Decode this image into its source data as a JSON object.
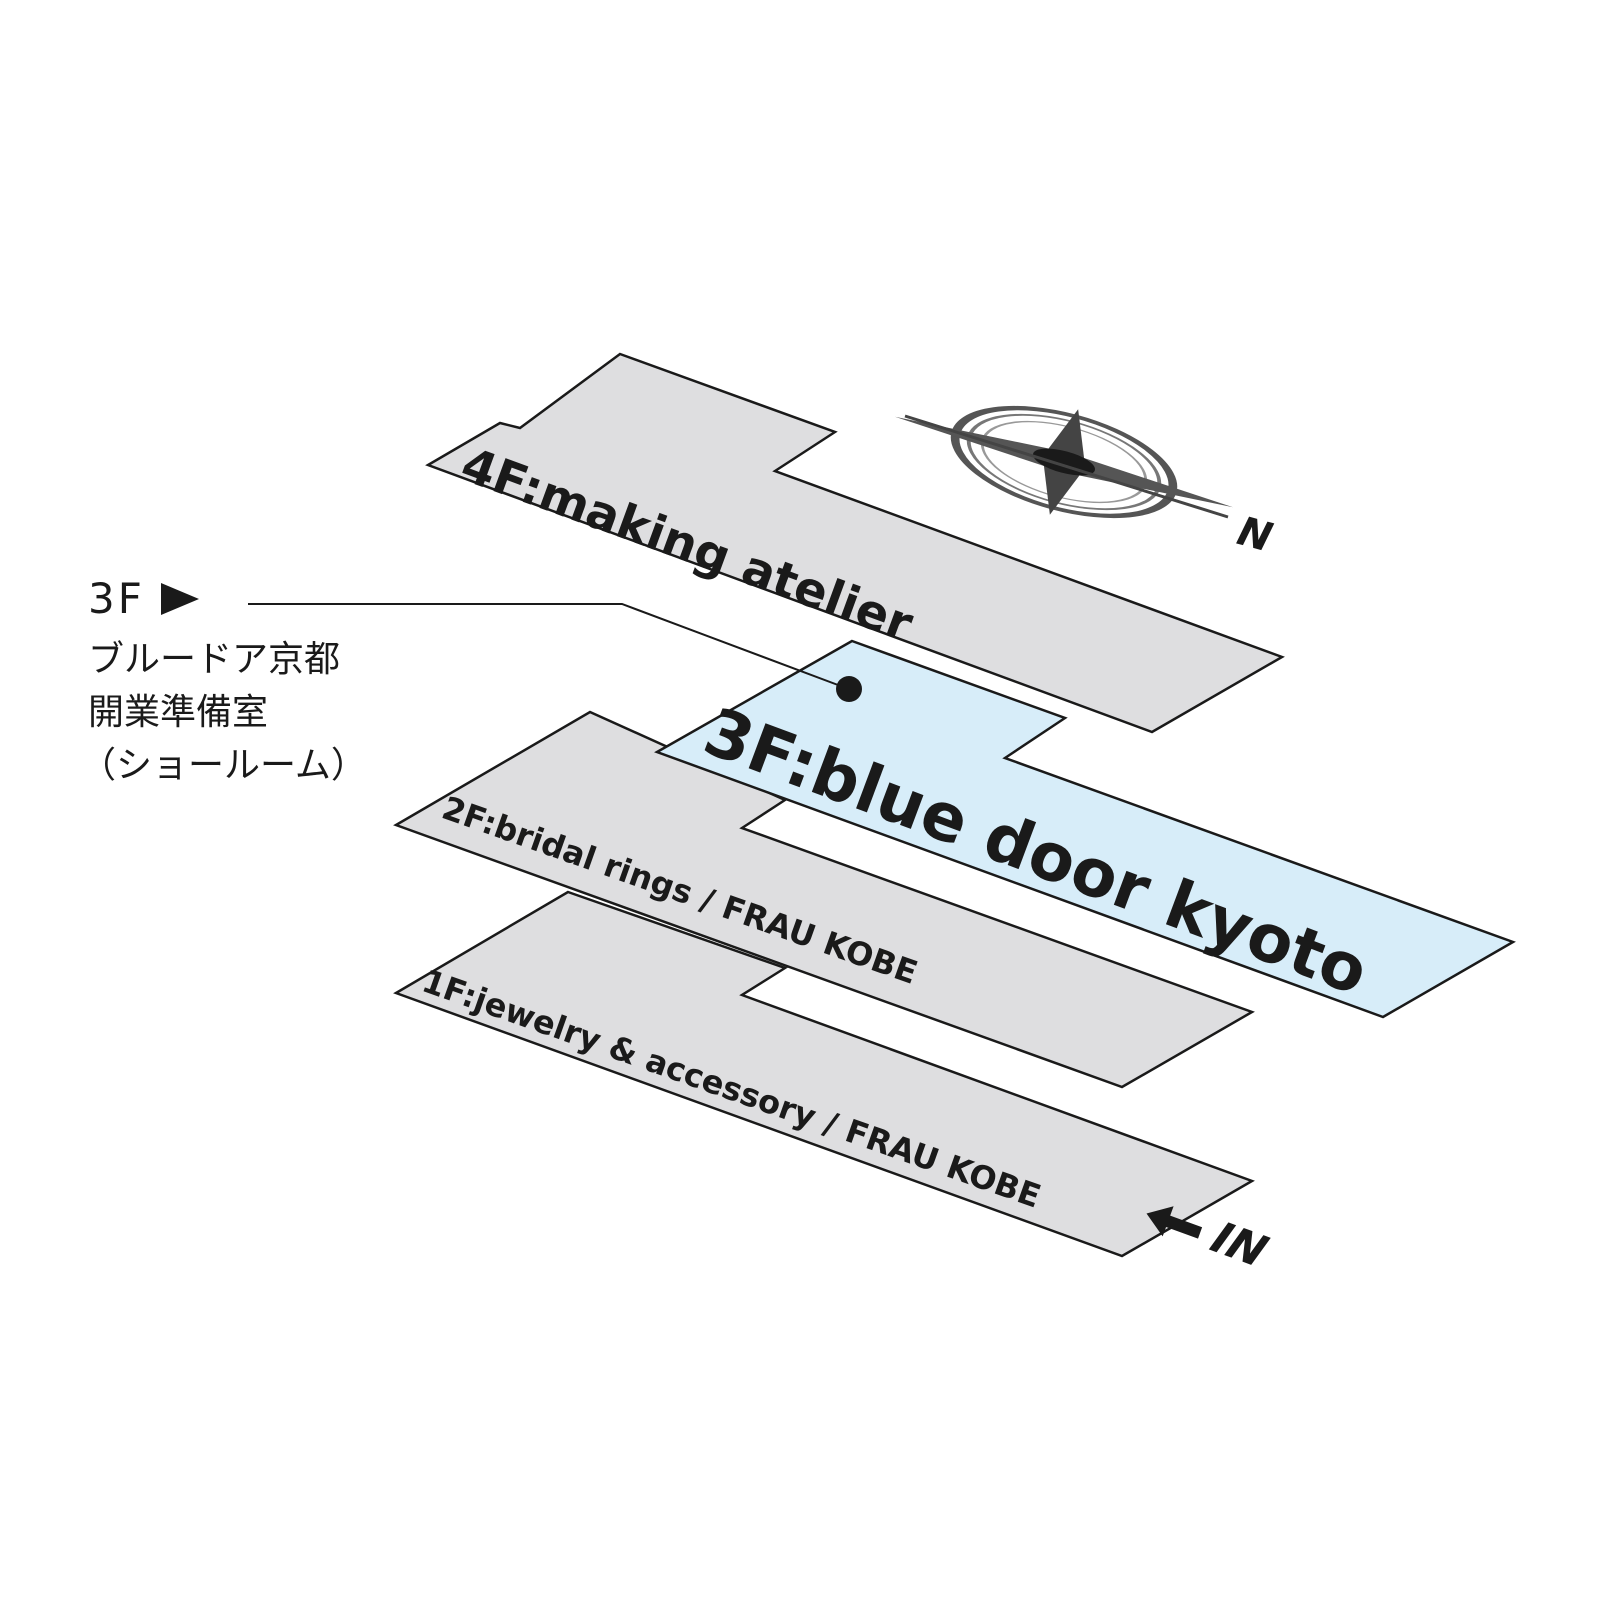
{
  "colors": {
    "floor_fill": "#dedee0",
    "highlight_fill": "#d7edf9",
    "outline": "#1a1a1a",
    "text": "#1a1a1a"
  },
  "floors": [
    {
      "id": "4f",
      "label": "4F:making atelier",
      "highlight": false
    },
    {
      "id": "3f",
      "label": "3F:blue door kyoto",
      "highlight": true
    },
    {
      "id": "2f",
      "label": "2F:bridal rings / FRAU KOBE",
      "highlight": false
    },
    {
      "id": "1f",
      "label": "1F:jewelry & accessory / FRAU KOBE",
      "highlight": false
    }
  ],
  "callout": {
    "floor": "3F",
    "marker_icon": "triangle-right-icon",
    "lines": [
      "ブルードア京都",
      "開業準備室",
      "（ショールーム）"
    ]
  },
  "compass": {
    "icon": "compass-rose-icon",
    "label": "N"
  },
  "entrance": {
    "icon": "arrow-left-icon",
    "label": "IN"
  }
}
